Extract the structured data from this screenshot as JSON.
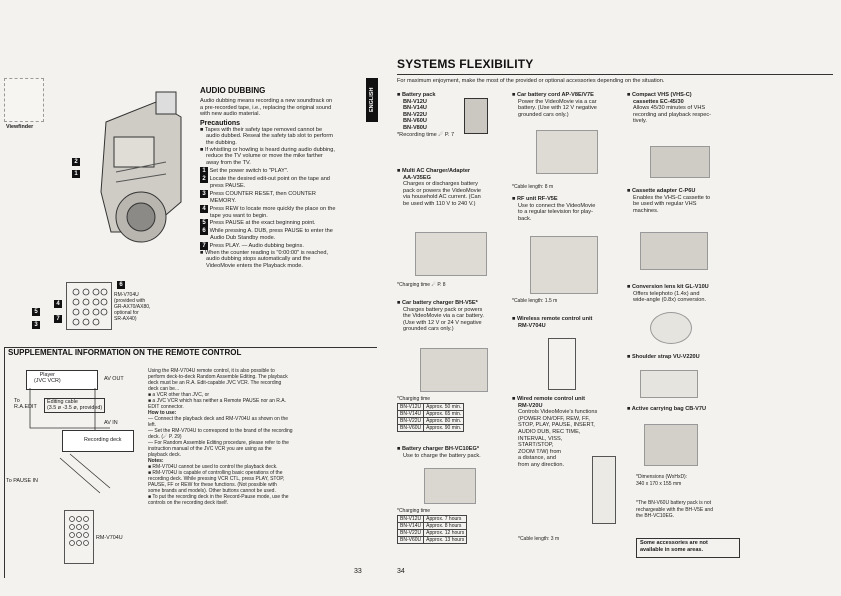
{
  "left": {
    "viewfinder_label": "Viewfinder",
    "markers_top": [
      "2",
      "1"
    ],
    "markers_mid": [
      "6",
      "4",
      "5",
      "3",
      "7"
    ],
    "remote_caption": [
      "RM-V704U",
      "(provided with",
      "GR-AX70/AX80,",
      "optional for",
      "SR-AX40)"
    ],
    "audio_dubbing": {
      "title": "AUDIO DUBBING",
      "intro": [
        "Audio dubbing means recording a new soundtrack on",
        "a pre-recorded tape, i.e., replacing the original sound",
        "with new audio material."
      ],
      "precautions_title": "Precautions",
      "precautions": [
        [
          "Tapes with their safety tape removed cannot be",
          "audio dubbed. Reseal the safety tab slot to perform",
          "the dubbing."
        ],
        [
          "If whistling or howling is heard during audio dubbing,",
          "reduce the TV volume or move the mike farther",
          "away from the TV."
        ]
      ],
      "steps": [
        {
          "n": "1",
          "lines": [
            "Set the power switch to \"PLAY\"."
          ]
        },
        {
          "n": "2",
          "lines": [
            "Locate the desired edit-out point on the tape and",
            "press PAUSE."
          ]
        },
        {
          "n": "3",
          "lines": [
            "Press COUNTER RESET, then COUNTER",
            "MEMORY."
          ]
        },
        {
          "n": "4",
          "lines": [
            "Press REW to locate more quickly the place on the",
            "tape you want to begin."
          ]
        },
        {
          "n": "5",
          "lines": [
            "Press PAUSE at the exact beginning point."
          ]
        },
        {
          "n": "6",
          "lines": [
            "While pressing A. DUB, press PAUSE to enter the",
            "Audio Dub Standby mode."
          ]
        },
        {
          "n": "7",
          "lines": [
            "Press PLAY. — Audio dubbing begins."
          ]
        }
      ],
      "final": [
        "When the counter reading is \"0:00:00\" is reached,",
        "audio dubbing stops automatically and the",
        "VideoMovie enters the Playback mode."
      ]
    },
    "english_tab": "ENGLISH",
    "supplemental": {
      "title": "SUPPLEMENTAL INFORMATION ON THE REMOTE CONTROL",
      "diagram": {
        "player": "Player",
        "player_sub": "(JVC VCR)",
        "av_out": "AV OUT",
        "to_ra": [
          "To",
          "R.A.EDIT"
        ],
        "editing_cable": [
          "Editing cable",
          "(3.5 ø -3.5 ø, provided)"
        ],
        "av_in": "AV IN",
        "recording_deck": "Recording deck",
        "to_pause_in": "To PAUSE IN",
        "remote": "RM-V704U"
      },
      "body": [
        "Using the RM-V704U remote control, it is also possible to",
        "perform deck-to-deck Random Assemble Editing. The playback",
        "deck must be an R.A. Edit-capable JVC VCR. The recording",
        "deck can be...",
        "■ a VCR other than JVC, or",
        "■ a JVC VCR which has neither a Remote PAUSE nor an R.A.",
        "   EDIT connector.",
        "How to use:",
        "— Connect the playback deck and RM-V704U as shown on the",
        "   left.",
        "— Set the RM-V704U to correspond to the brand of the recording",
        "   deck. (☄ P. 29)",
        "— For Random Assemble Editing procedure, please refer to the",
        "   instruction manual of the JVC VCR you are using as the",
        "   playback deck.",
        "Notes:",
        "■ RM-V704U cannot be used to control the playback deck.",
        "■ RM-V704U is capable of controlling basic operations of the",
        "   recording deck. While pressing VCR CTL, press PLAY, STOP,",
        "   PAUSE, FF or REW for these functions. (Not possible with",
        "   some brands and models). Other buttons cannot be used.",
        "■ To put the recording deck in the Record-Pause mode, use the",
        "   controls on the recording deck itself."
      ]
    },
    "page_number": "33"
  },
  "right": {
    "title": "SYSTEMS FLEXIBILITY",
    "intro": "For maximum enjoyment, make the most of the provided or optional accessories depending on the situation.",
    "col1": {
      "battery_pack": {
        "title": "Battery pack",
        "models": [
          "BN-V12U",
          "BN-V14U",
          "BN-V22U",
          "BN-V60U",
          "BN-V80U"
        ],
        "note": "*Recording time ☄ P. 7"
      },
      "multi_ac": {
        "title": [
          "Multi AC Charger/Adapter",
          "AA-V35EG"
        ],
        "body": [
          "Charges or discharges battery",
          "pack or powers the VideoMovie",
          "via household AC current. (Can",
          "be used with 110 V to 240 V.)"
        ],
        "note": "*Charging time ☄ P. 8"
      },
      "car_charger": {
        "title": "Car battery charger BH-V5E*",
        "body": [
          "Charges battery pack or powers",
          "the VideoMovie via a car battery.",
          "(Use with 12 V or 24 V negative",
          "grounded cars only.)"
        ]
      },
      "charging_table": {
        "title": "*Charging time",
        "rows": [
          [
            "BN-V12U",
            "Approx. 50 min."
          ],
          [
            "BN-V14U",
            "Approx. 65 min."
          ],
          [
            "BN-V22U",
            "Approx. 80 min."
          ],
          [
            "BN-V60U",
            "Approx. 90 min."
          ]
        ]
      },
      "charger_bh": {
        "title": "Battery charger BH-VC10EG*",
        "body": [
          "Use to charge the battery pack."
        ]
      },
      "charging_table2": {
        "title": "*Charging time",
        "rows": [
          [
            "BN-V12U",
            "Approx. 7 hours"
          ],
          [
            "BN-V14U",
            "Approx. 8 hours"
          ],
          [
            "BN-V22U",
            "Approx. 12 hours"
          ],
          [
            "BN-V60U",
            "Approx. 13 hours"
          ]
        ]
      }
    },
    "col2": {
      "car_cord": {
        "title": "Car battery cord AP-V8E/V7E",
        "body": [
          "Power the VideoMovie via a car",
          "battery. (Use with 12 V negative",
          "grounded cars only.)"
        ],
        "note": "*Cable length: 8 m"
      },
      "rf_unit": {
        "title": "RF unit RF-V5E",
        "body": [
          "Use to connect the VideoMovie",
          "to a regular television for play-",
          "back."
        ],
        "note": "*Cable length: 1.5 m"
      },
      "wireless": {
        "title": [
          "Wireless remote control unit",
          "RM-V704U"
        ]
      },
      "wired": {
        "title": [
          "Wired remote control unit",
          "RM-V20U"
        ],
        "body": [
          "Controls VideoMovie's functions",
          "(POWER ON/OFF, REW, FF,",
          "STOP, PLAY, PAUSE, INSERT,",
          "AUDIO DUB, REC TIME,",
          "INTERVAL, VISS,",
          "START/STOP,",
          "ZOOM T/W) from",
          "a distance, and",
          "from any direction."
        ],
        "note": "*Cable length: 3 m"
      }
    },
    "col3": {
      "compact_vhs": {
        "title": [
          "Compact VHS (VHS-C)",
          "cassettes EC-45/30"
        ],
        "body": [
          "Allows 45/30 minutes of VHS",
          "recording and playback respec-",
          "tively."
        ]
      },
      "cassette_adapter": {
        "title": "Cassette adapter C-P6U",
        "body": [
          "Enables the VHS-C cassette to",
          "be used with regular VHS",
          "machines."
        ]
      },
      "conversion_lens": {
        "title": "Conversion lens kit GL-V10U",
        "body": [
          "Offers telephoto (1.4x) and",
          "wide-angle (0.8x) conversion."
        ]
      },
      "shoulder_strap": {
        "title": "Shoulder strap VU-V220U"
      },
      "carrying_bag": {
        "title": "Active carrying bag CB-V7U",
        "note": [
          "*Dimensions (WxHxD):",
          "340 x 170 x 155 mm"
        ]
      },
      "footnote": [
        "*The BN-V60U battery pack is not",
        "rechargeable with the BH-V5E and",
        "the BH-VC10EG."
      ],
      "notice": [
        "Some accessories are not",
        "available in some areas."
      ]
    },
    "page_number": "34"
  }
}
